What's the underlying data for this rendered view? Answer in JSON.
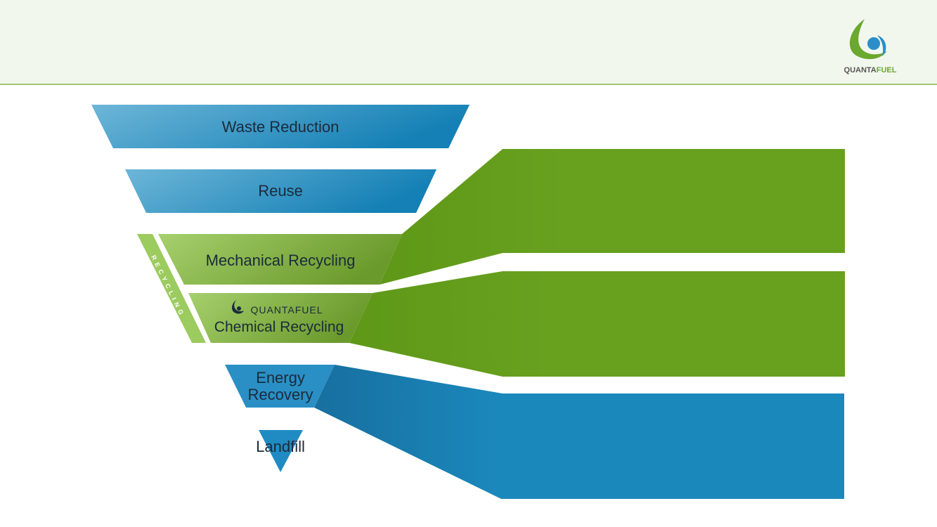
{
  "logo": {
    "brand": "QUANTAFUEL"
  },
  "hierarchy": {
    "levels": [
      {
        "label": "Waste Reduction"
      },
      {
        "label": "Reuse"
      },
      {
        "label": "Mechanical Recycling"
      },
      {
        "label": "Chemical Recycling",
        "brand": "QUANTAFUEL"
      },
      {
        "label_line1": "Energy",
        "label_line2": "Recovery"
      },
      {
        "label": "Landfill"
      }
    ],
    "group_label": "RECYCLING"
  },
  "colors": {
    "blue": "#1b88bc",
    "green": "#67a11e",
    "light_green": "#9ccb5f"
  }
}
